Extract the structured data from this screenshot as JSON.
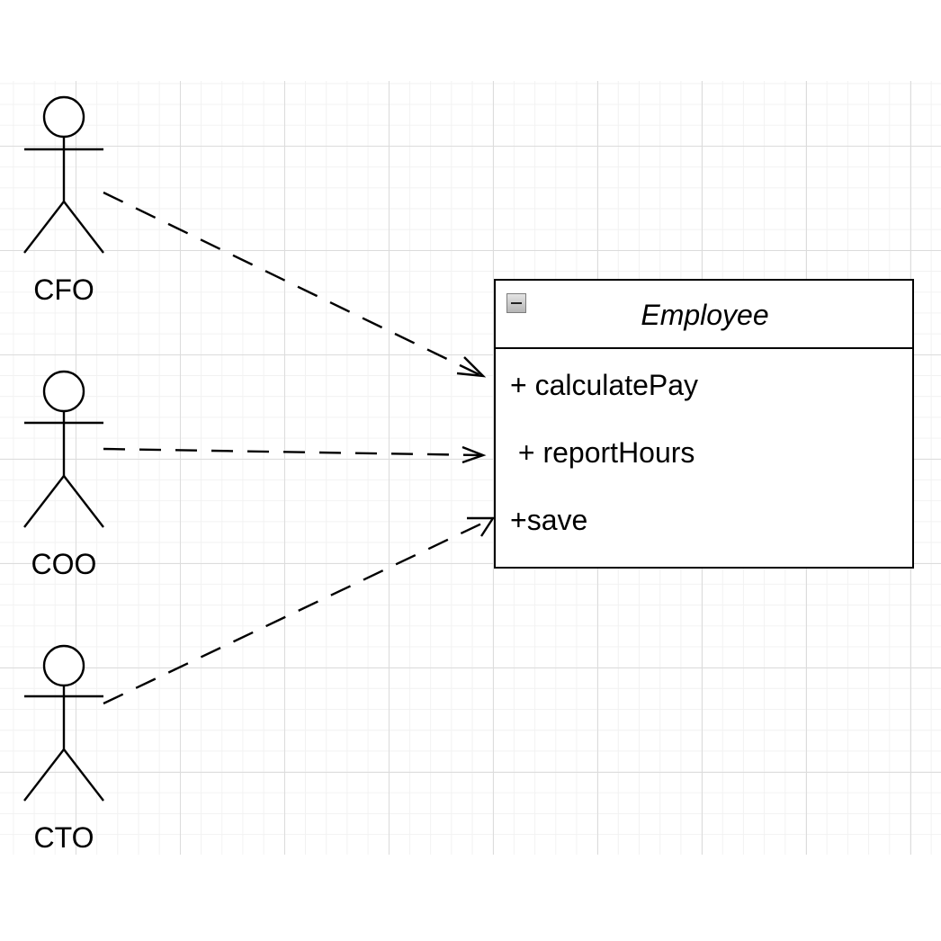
{
  "actors": [
    {
      "id": "cfo",
      "label": "CFO"
    },
    {
      "id": "coo",
      "label": "COO"
    },
    {
      "id": "cto",
      "label": "CTO"
    }
  ],
  "class": {
    "name": "Employee",
    "members": [
      "+ calculatePay",
      " + reportHours",
      "+save"
    ]
  },
  "dependencies": [
    {
      "from": "CFO",
      "to": "+ calculatePay",
      "style": "dashed-open-arrow"
    },
    {
      "from": "COO",
      "to": " + reportHours",
      "style": "dashed-open-arrow"
    },
    {
      "from": "CTO",
      "to": "+save",
      "style": "dashed-open-arrow"
    }
  ]
}
